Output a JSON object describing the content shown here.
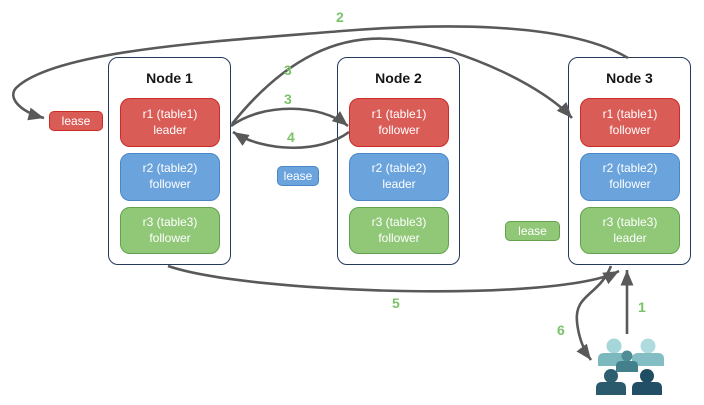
{
  "nodes": [
    {
      "title": "Node 1",
      "replicas": [
        {
          "name": "r1 (table1)",
          "role": "leader",
          "color": "red"
        },
        {
          "name": "r2 (table2)",
          "role": "follower",
          "color": "blue"
        },
        {
          "name": "r3 (table3)",
          "role": "follower",
          "color": "green"
        }
      ]
    },
    {
      "title": "Node 2",
      "replicas": [
        {
          "name": "r1 (table1)",
          "role": "follower",
          "color": "red"
        },
        {
          "name": "r2 (table2)",
          "role": "leader",
          "color": "blue"
        },
        {
          "name": "r3 (table3)",
          "role": "follower",
          "color": "green"
        }
      ]
    },
    {
      "title": "Node 3",
      "replicas": [
        {
          "name": "r1 (table1)",
          "role": "follower",
          "color": "red"
        },
        {
          "name": "r2 (table2)",
          "role": "follower",
          "color": "blue"
        },
        {
          "name": "r3 (table3)",
          "role": "leader",
          "color": "green"
        }
      ]
    }
  ],
  "leases": [
    {
      "label": "lease",
      "color": "red"
    },
    {
      "label": "lease",
      "color": "blue"
    },
    {
      "label": "lease",
      "color": "green"
    }
  ],
  "steps": {
    "s1": "1",
    "s2": "2",
    "s3a": "3",
    "s3b": "3",
    "s4": "4",
    "s5": "5",
    "s6": "6"
  },
  "colors": {
    "red_fill": "#D95C57",
    "red_border": "#CC2B27",
    "blue_fill": "#6BA3DD",
    "blue_border": "#4A86C8",
    "green_fill": "#90C878",
    "green_border": "#62A14E",
    "node_border": "#24395B",
    "arrow": "#595959",
    "step_label": "#7CC269"
  }
}
